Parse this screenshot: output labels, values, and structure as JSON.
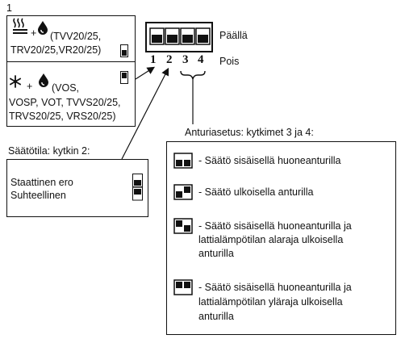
{
  "figure_number": "1",
  "dip_switch": {
    "numbers": [
      "1",
      "2",
      "3",
      "4"
    ],
    "on_label": "Päällä",
    "off_label": "Pois"
  },
  "box1": {
    "line1": "(TVV20/25,",
    "line2": "TRV20/25,VR20/25)"
  },
  "box2": {
    "line1": "(VOS,",
    "line2": "VOSP, VOT, TVVS20/25,",
    "line3": "TRVS20/25, VRS20/25)"
  },
  "plus_sign": "+",
  "control_mode": {
    "heading": "Säätötila: kytkin 2:",
    "option_static": "Staattinen ero",
    "option_relative": "Suhteellinen"
  },
  "sensor_setting": {
    "heading": "Anturiasetus: kytkimet 3 ja 4:",
    "items": [
      {
        "lines": [
          "- Säätö sisäisellä huoneanturilla"
        ]
      },
      {
        "lines": [
          "- Säätö ulkoisella anturilla"
        ]
      },
      {
        "lines": [
          "- Säätö sisäisellä huoneanturilla ja",
          "lattialämpötilan alaraja ulkoisella",
          "anturilla"
        ]
      },
      {
        "lines": [
          "- Säätö sisäisellä huoneanturilla ja",
          "lattialämpötilan yläraja ulkoisella",
          "anturilla"
        ]
      }
    ]
  },
  "icons": [
    "heating-icon",
    "water-drop-icon",
    "snowflake-icon",
    "dip-switch-icon",
    "switch-position-icon"
  ],
  "colors": {
    "ink": "#111111",
    "background": "#ffffff"
  }
}
